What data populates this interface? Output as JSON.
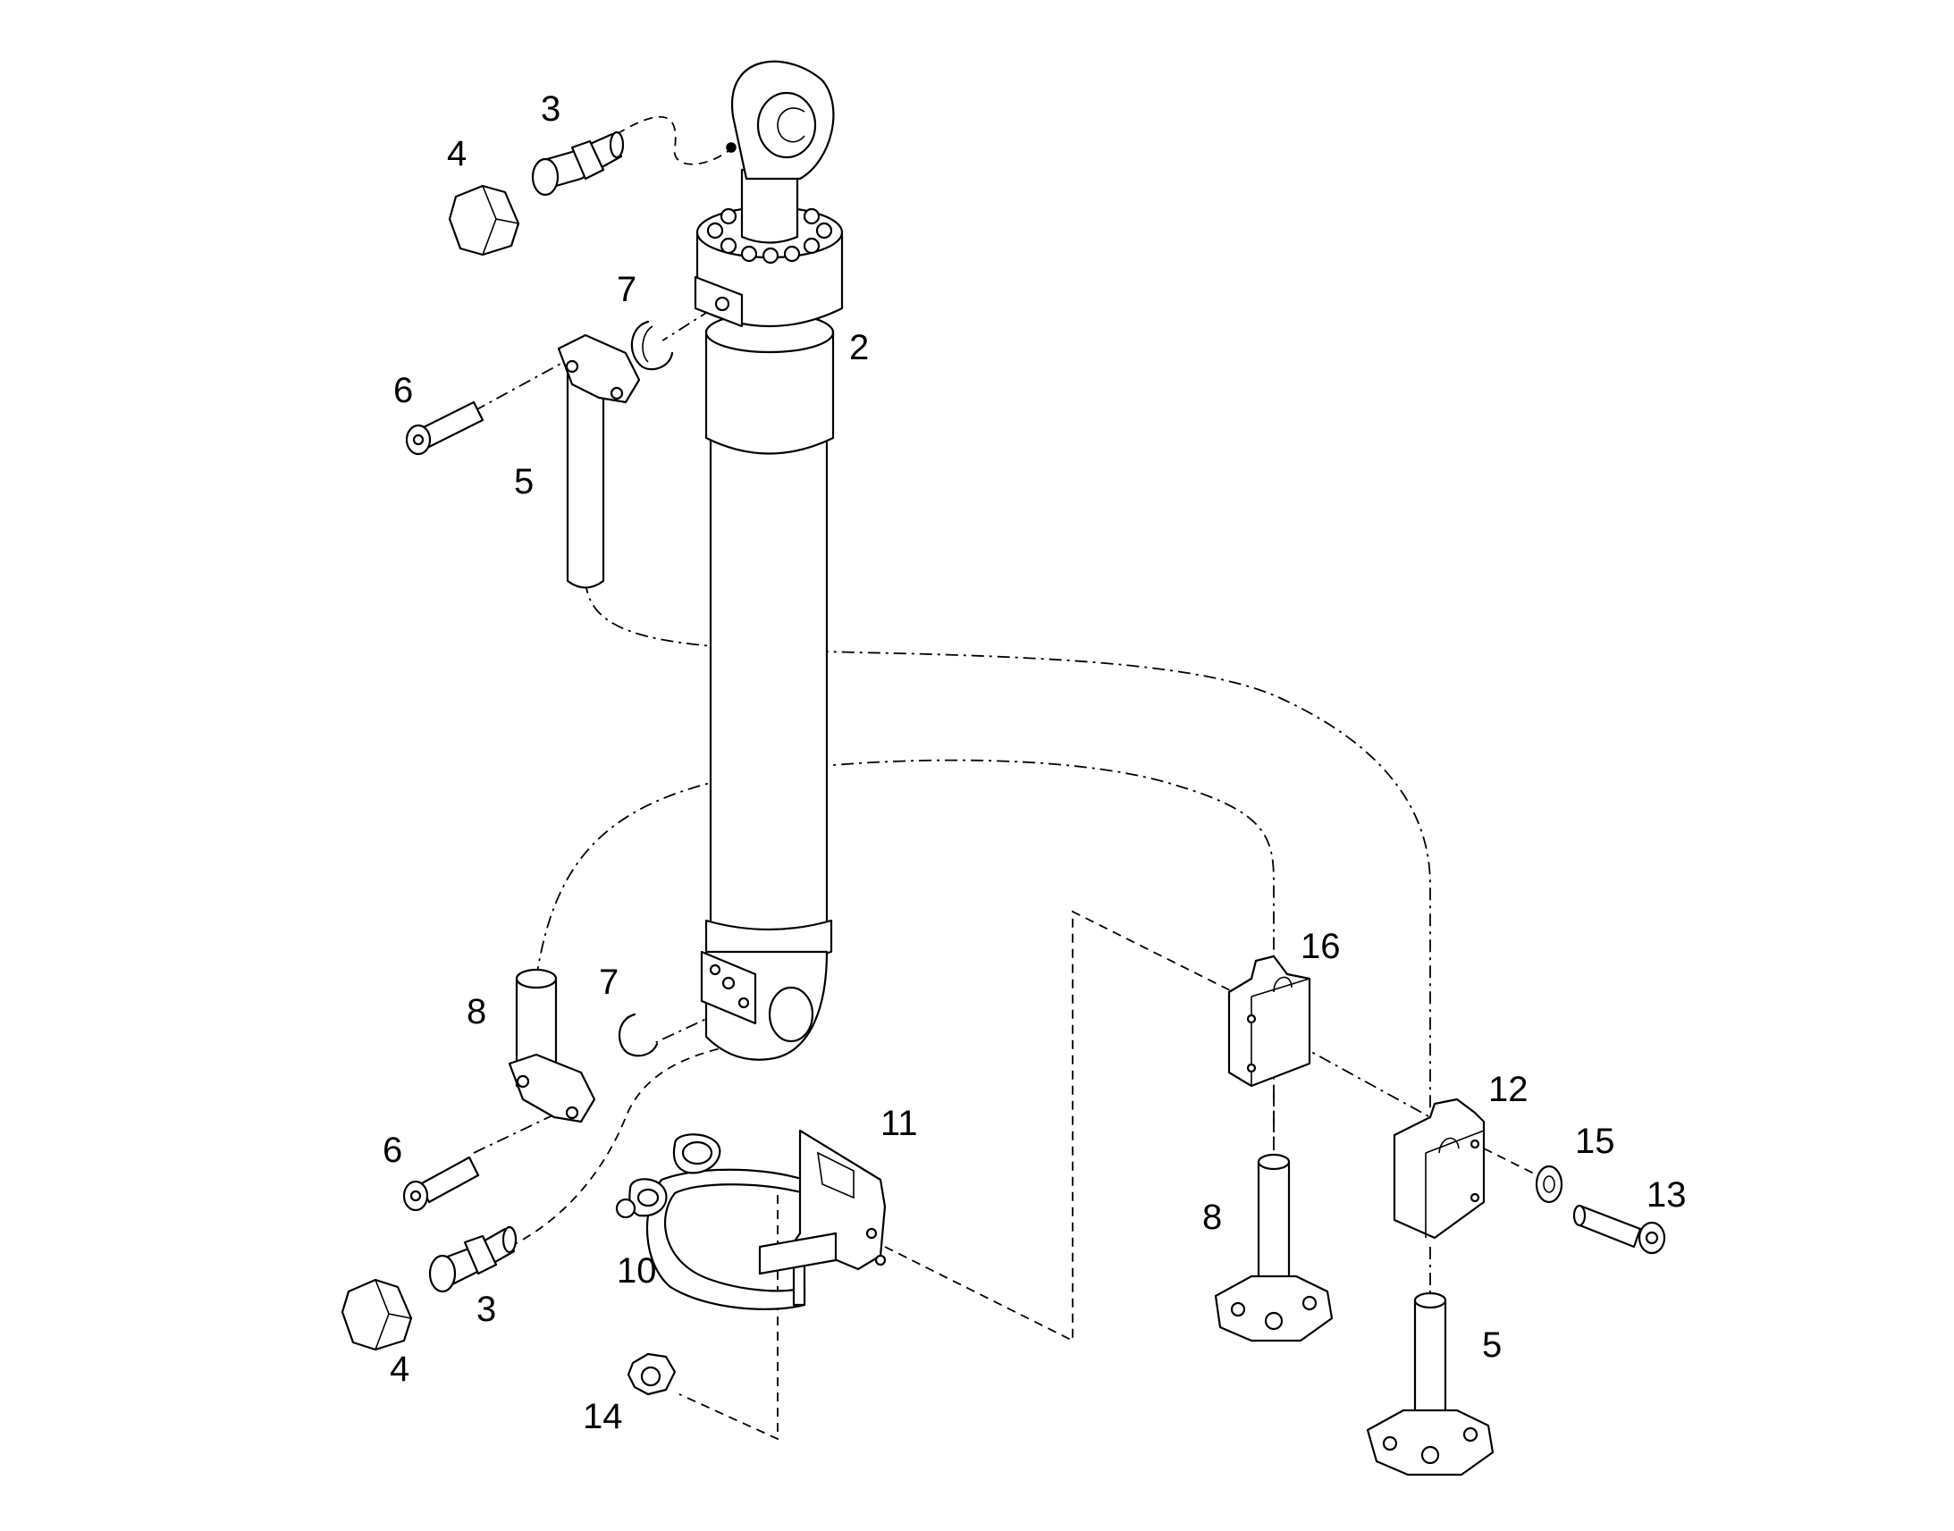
{
  "callouts": [
    {
      "id": "c3-top",
      "text": "3"
    },
    {
      "id": "c4-top",
      "text": "4"
    },
    {
      "id": "c7-top",
      "text": "7"
    },
    {
      "id": "c2",
      "text": "2"
    },
    {
      "id": "c6-top",
      "text": "6"
    },
    {
      "id": "c5-top",
      "text": "5"
    },
    {
      "id": "c16",
      "text": "16"
    },
    {
      "id": "c7-bot",
      "text": "7"
    },
    {
      "id": "c8-left",
      "text": "8"
    },
    {
      "id": "c12",
      "text": "12"
    },
    {
      "id": "c11",
      "text": "11"
    },
    {
      "id": "c15",
      "text": "15"
    },
    {
      "id": "c6-bot",
      "text": "6"
    },
    {
      "id": "c13",
      "text": "13"
    },
    {
      "id": "c8-right",
      "text": "8"
    },
    {
      "id": "c10",
      "text": "10"
    },
    {
      "id": "c3-bot",
      "text": "3"
    },
    {
      "id": "c4-bot",
      "text": "4"
    },
    {
      "id": "c5-bot",
      "text": "5"
    },
    {
      "id": "c14",
      "text": "14"
    }
  ]
}
